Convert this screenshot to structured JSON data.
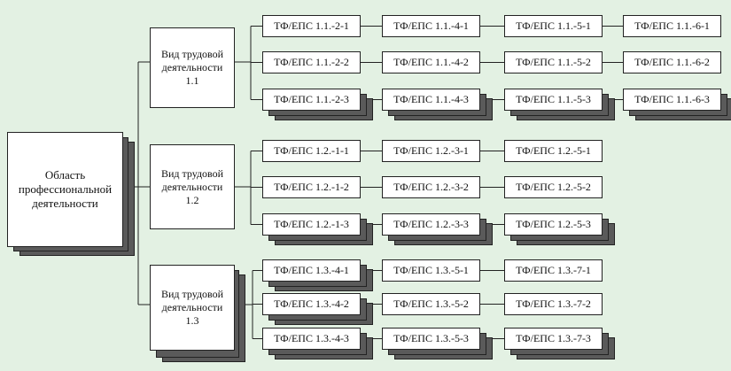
{
  "colors": {
    "background": "#e3f1e3",
    "box": "#ffffff",
    "shadow": "#5a5a5a",
    "line": "#222222"
  },
  "root": {
    "lines": [
      "Область",
      "профессиональной",
      "деятельности"
    ]
  },
  "activities": [
    {
      "lines": [
        "Вид трудовой",
        "деятельности",
        "1.1"
      ],
      "rows": [
        [
          "ТФ/ЕПС 1.1.-2-1",
          "ТФ/ЕПС 1.1.-4-1",
          "ТФ/ЕПС 1.1.-5-1",
          "ТФ/ЕПС 1.1.-6-1"
        ],
        [
          "ТФ/ЕПС 1.1.-2-2",
          "ТФ/ЕПС 1.1.-4-2",
          "ТФ/ЕПС 1.1.-5-2",
          "ТФ/ЕПС 1.1.-6-2"
        ],
        [
          "ТФ/ЕПС 1.1.-2-3",
          "ТФ/ЕПС 1.1.-4-3",
          "ТФ/ЕПС 1.1.-5-3",
          "ТФ/ЕПС 1.1.-6-3"
        ]
      ]
    },
    {
      "lines": [
        "Вид трудовой",
        "деятельности",
        "1.2"
      ],
      "rows": [
        [
          "ТФ/ЕПС 1.2.-1-1",
          "ТФ/ЕПС 1.2.-3-1",
          "ТФ/ЕПС 1.2.-5-1"
        ],
        [
          "ТФ/ЕПС 1.2.-1-2",
          "ТФ/ЕПС 1.2.-3-2",
          "ТФ/ЕПС 1.2.-5-2"
        ],
        [
          "ТФ/ЕПС 1.2.-1-3",
          "ТФ/ЕПС 1.2.-3-3",
          "ТФ/ЕПС 1.2.-5-3"
        ]
      ]
    },
    {
      "lines": [
        "Вид трудовой",
        "деятельности",
        "1.3"
      ],
      "rows": [
        [
          "ТФ/ЕПС 1.3.-4-1",
          "ТФ/ЕПС 1.3.-5-1",
          "ТФ/ЕПС 1.3.-7-1"
        ],
        [
          "ТФ/ЕПС 1.3.-4-2",
          "ТФ/ЕПС 1.3.-5-2",
          "ТФ/ЕПС 1.3.-7-2"
        ],
        [
          "ТФ/ЕПС 1.3.-4-3",
          "ТФ/ЕПС 1.3.-5-3",
          "ТФ/ЕПС 1.3.-7-3"
        ]
      ]
    }
  ]
}
